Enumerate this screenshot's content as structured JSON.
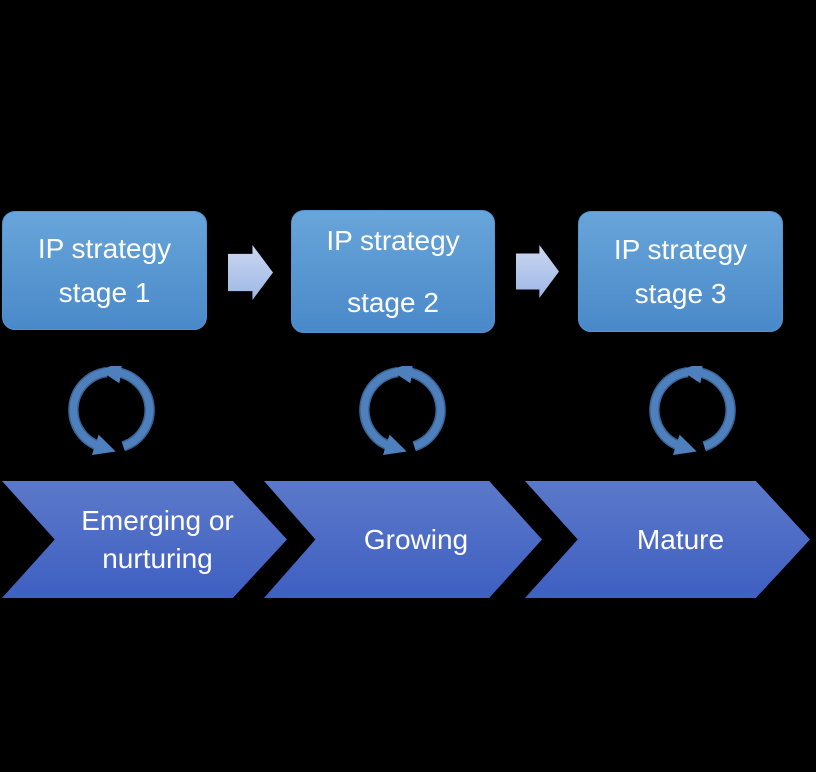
{
  "diagram": {
    "stage_boxes": [
      {
        "line1": "IP strategy",
        "line2": "stage 1"
      },
      {
        "line1": "IP strategy",
        "line2": "stage 2"
      },
      {
        "line1": "IP strategy",
        "line2": "stage 3"
      }
    ],
    "phase_chevrons": [
      {
        "label": "Emerging or nurturing"
      },
      {
        "label": "Growing"
      },
      {
        "label": "Mature"
      }
    ],
    "icons": {
      "flow_arrow": "block-arrow-right-icon",
      "cycle": "cycle-arrows-icon"
    },
    "colors": {
      "background": "#000000",
      "box_gradient_top": "#68a5da",
      "box_gradient_bottom": "#4a89c9",
      "box_border": "#5494d0",
      "flow_arrow_gradient_top": "#cbd8f0",
      "flow_arrow_gradient_bottom": "#9db7e6",
      "cycle_arrow": "#4d80bc",
      "cycle_arrow_outline": "#3a6496",
      "chevron_gradient_top": "#5b79c9",
      "chevron_gradient_bottom": "#3f5fc2",
      "label_text": "#ffffff"
    }
  }
}
